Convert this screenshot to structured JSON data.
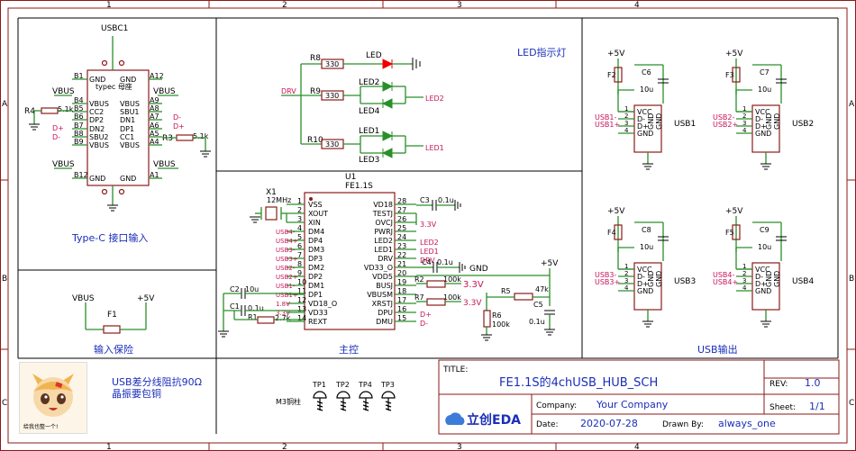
{
  "frame": {
    "cols": [
      "1",
      "2",
      "3",
      "4"
    ],
    "rows": [
      "A",
      "B",
      "C"
    ]
  },
  "usbc": {
    "ref": "USBC1",
    "name": "typec 母座",
    "pins_left": [
      {
        "num": "B1",
        "name": "GND"
      },
      {
        "num": "B4",
        "name": "VBUS"
      },
      {
        "num": "B5",
        "name": "CC2"
      },
      {
        "num": "B6",
        "name": "DP2"
      },
      {
        "num": "B7",
        "name": "DN2"
      },
      {
        "num": "B8",
        "name": "SBU2"
      },
      {
        "num": "B9",
        "name": "VBUS"
      },
      {
        "num": "B12",
        "name": "GND"
      }
    ],
    "pins_right": [
      {
        "num": "A12",
        "name": "GND"
      },
      {
        "num": "A9",
        "name": "VBUS"
      },
      {
        "num": "A8",
        "name": "SBU1"
      },
      {
        "num": "A7",
        "name": "DN1"
      },
      {
        "num": "A6",
        "name": "DP1"
      },
      {
        "num": "A5",
        "name": "CC1"
      },
      {
        "num": "A4",
        "name": "VBUS"
      },
      {
        "num": "A1",
        "name": "GND"
      }
    ],
    "vbus": "VBUS",
    "r4": "R4",
    "r4v": "5.1k",
    "r3": "R3",
    "r3v": "5.1k",
    "dp": "D+",
    "dm": "D-",
    "caption": "Type-C 接口输入"
  },
  "fuse_block": {
    "vbus": "VBUS",
    "plus5": "+5V",
    "ref": "F1",
    "caption": "输入保险"
  },
  "led_block": {
    "title": "LED指示灯",
    "drv": "DRV",
    "r8": "R8",
    "r9": "R9",
    "r10": "R10",
    "rval": "330",
    "led": "LED",
    "led2": "LED2",
    "led4": "LED4",
    "led1": "LED1",
    "led3": "LED3",
    "net_led2": "LED2",
    "net_led1": "LED1"
  },
  "main": {
    "caption": "主控",
    "u1": "U1",
    "part": "FE1.1S",
    "x1": "X1",
    "x1v": "12MHz",
    "left_pins": [
      {
        "num": "1",
        "name": "VSS"
      },
      {
        "num": "2",
        "name": "XOUT"
      },
      {
        "num": "3",
        "name": "XIN"
      },
      {
        "num": "4",
        "name": "DM4"
      },
      {
        "num": "5",
        "name": "DP4"
      },
      {
        "num": "6",
        "name": "DM3"
      },
      {
        "num": "7",
        "name": "DP3"
      },
      {
        "num": "8",
        "name": "DM2"
      },
      {
        "num": "9",
        "name": "DP2"
      },
      {
        "num": "10",
        "name": "DM1"
      },
      {
        "num": "11",
        "name": "DP1"
      },
      {
        "num": "12",
        "name": "VD18_O"
      },
      {
        "num": "13",
        "name": "VD33"
      },
      {
        "num": "14",
        "name": "REXT"
      }
    ],
    "right_pins": [
      {
        "num": "28",
        "name": "VD18"
      },
      {
        "num": "27",
        "name": "TESTJ"
      },
      {
        "num": "26",
        "name": "OVCJ"
      },
      {
        "num": "25",
        "name": "PWRJ"
      },
      {
        "num": "24",
        "name": "LED2"
      },
      {
        "num": "23",
        "name": "LED1"
      },
      {
        "num": "22",
        "name": "DRV"
      },
      {
        "num": "21",
        "name": "VD33_O"
      },
      {
        "num": "20",
        "name": "VDD5"
      },
      {
        "num": "19",
        "name": "BUSJ"
      },
      {
        "num": "18",
        "name": "VBUSM"
      },
      {
        "num": "17",
        "name": "XRSTJ"
      },
      {
        "num": "16",
        "name": "DPU"
      },
      {
        "num": "15",
        "name": "DMU"
      }
    ],
    "left_nets": [
      "USB4-",
      "USB4+",
      "USB3-",
      "USB3+",
      "USB2-",
      "USB2+",
      "USB1-",
      "USB1+",
      "1.8V",
      "3.3V"
    ],
    "right_nets": [
      "3.3V",
      "LED2",
      "LED1",
      "DRV",
      "D+",
      "D-"
    ],
    "c3": "C3",
    "c3v": "0.1u",
    "c4": "C4",
    "c4v": "0.1u",
    "c2": "C2",
    "c2v": "10u",
    "c1": "C1",
    "c1v": "0.1u",
    "r1": "R1",
    "r1v": "2.7k",
    "r2": "R2",
    "r2v": "100k",
    "r7": "R7",
    "r7v": "100k",
    "r5": "R5",
    "r5v": "47k",
    "r6": "R6",
    "r6v": "100k",
    "c5": "C5",
    "c5v": "0.1u",
    "gnd": "GND",
    "plus5": "+5V",
    "v33": "3.3V"
  },
  "usb_ports": [
    {
      "ref": "USB1",
      "fuse": "F2",
      "cap": "C6",
      "capv": "10u",
      "dm": "USB1-",
      "dp": "USB1+"
    },
    {
      "ref": "USB2",
      "fuse": "F3",
      "cap": "C7",
      "capv": "10u",
      "dm": "USB2-",
      "dp": "USB2+"
    },
    {
      "ref": "USB3",
      "fuse": "F4",
      "cap": "C8",
      "capv": "10u",
      "dm": "USB3-",
      "dp": "USB3+"
    },
    {
      "ref": "USB4",
      "fuse": "F5",
      "cap": "C9",
      "capv": "10u",
      "dm": "USB4-",
      "dp": "USB4+"
    }
  ],
  "usb_pins": [
    "VCC",
    "D-",
    "D+",
    "GND",
    "GND",
    "GND"
  ],
  "usb_caption": "USB输出",
  "plus5": "+5V",
  "notes": {
    "line1": "USB差分线阻抗90Ω",
    "line2": "晶振要包铜",
    "mascot_caption": "给我也整一个!"
  },
  "testpoints": {
    "label": "M3铜柱",
    "items": [
      "TP1",
      "TP2",
      "TP4",
      "TP3"
    ]
  },
  "title_block": {
    "title_label": "TITLE:",
    "title": "FE1.1S的4chUSB_HUB_SCH",
    "rev_label": "REV:",
    "rev": "1.0",
    "company_label": "Company:",
    "company": "Your Company",
    "sheet_label": "Sheet:",
    "sheet": "1/1",
    "date_label": "Date:",
    "date": "2020-07-28",
    "drawn_label": "Drawn By:",
    "drawn": "always_one",
    "logo": "立创EDA"
  }
}
